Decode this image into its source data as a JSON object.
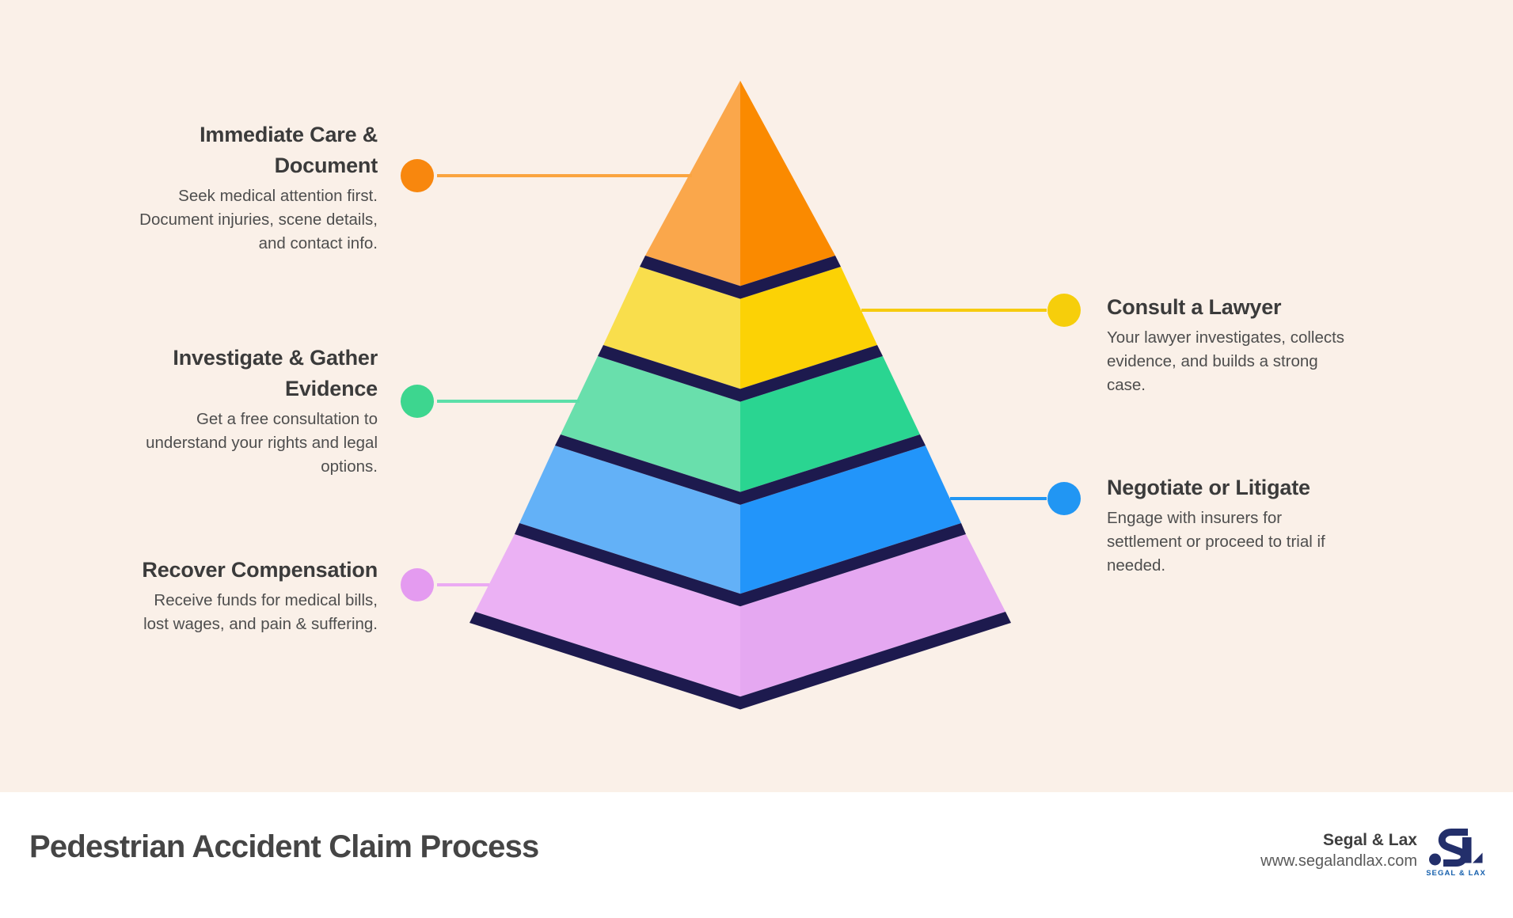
{
  "colors": {
    "background": "#FAF0E8",
    "navy": "#1D1A4E"
  },
  "steps": [
    {
      "title": "Immediate Care & Document",
      "description_lines": [
        "Seek medical attention first.",
        "Document injuries, scene details,",
        "and contact info."
      ],
      "side": "left",
      "face_light": "#FAA74B",
      "face_dark": "#FA8A00",
      "line_color": "#FAA43F",
      "dot_color": "#F8870E"
    },
    {
      "title": "Consult a Lawyer",
      "description_lines": [
        "Your lawyer investigates, collects",
        "evidence, and builds a strong",
        "case."
      ],
      "side": "right",
      "face_light": "#F9DE4C",
      "face_dark": "#FCD205",
      "line_color": "#F6CB0F",
      "dot_color": "#F6CE0B"
    },
    {
      "title": "Investigate & Gather Evidence",
      "description_lines": [
        "Get a free consultation to",
        "understand your rights and legal",
        "options."
      ],
      "side": "left",
      "face_light": "#69DFAC",
      "face_dark": "#2AD591",
      "line_color": "#5CDFA9",
      "dot_color": "#3DD68F"
    },
    {
      "title": "Negotiate or Litigate",
      "description_lines": [
        "Engage with insurers for",
        "settlement or proceed to trial if",
        "needed."
      ],
      "side": "right",
      "face_light": "#63B1F7",
      "face_dark": "#2295FA",
      "line_color": "#2196F3",
      "dot_color": "#2196F3"
    },
    {
      "title": "Recover Compensation",
      "description_lines": [
        "Receive funds for medical bills,",
        "lost wages, and pain & suffering."
      ],
      "side": "left",
      "face_light": "#EBB1F4",
      "face_dark": "#E5A8F1",
      "line_color": "#EBAAF3",
      "dot_color": "#E49BF0"
    }
  ],
  "footer": {
    "title": "Pedestrian Accident Claim Process",
    "brand_name": "Segal & Lax",
    "brand_url": "www.segalandlax.com",
    "logo_text": "SEGAL & LAX",
    "logo_navy": "#232F6B",
    "logo_blue": "#1660AD"
  }
}
